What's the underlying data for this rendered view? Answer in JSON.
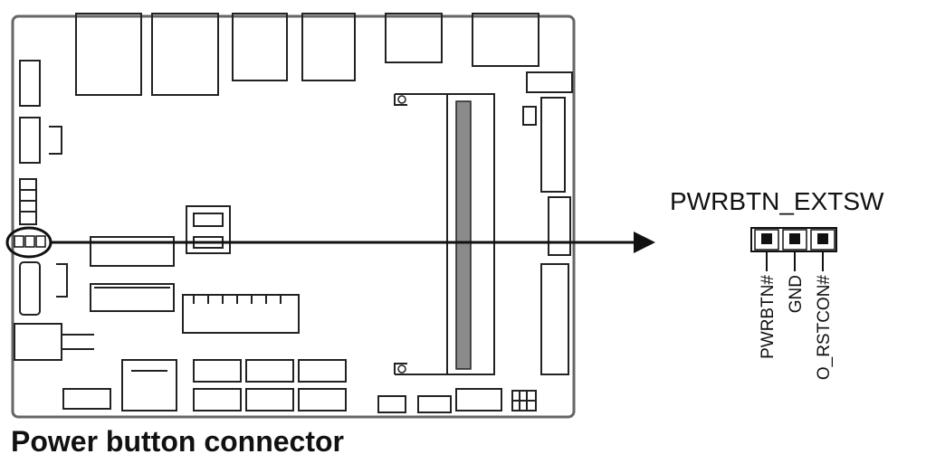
{
  "caption": "Power button connector",
  "header": {
    "name": "PWRBTN_EXTSW",
    "pins": [
      {
        "label": "PWRBTN#"
      },
      {
        "label": "GND"
      },
      {
        "label": "O_RSTCON#"
      }
    ]
  },
  "colors": {
    "line": "#111111",
    "board_fill": "#ffffff",
    "board_border": "#777777",
    "slot_fill": "#8a8a8a",
    "pin_fill": "#111111"
  }
}
